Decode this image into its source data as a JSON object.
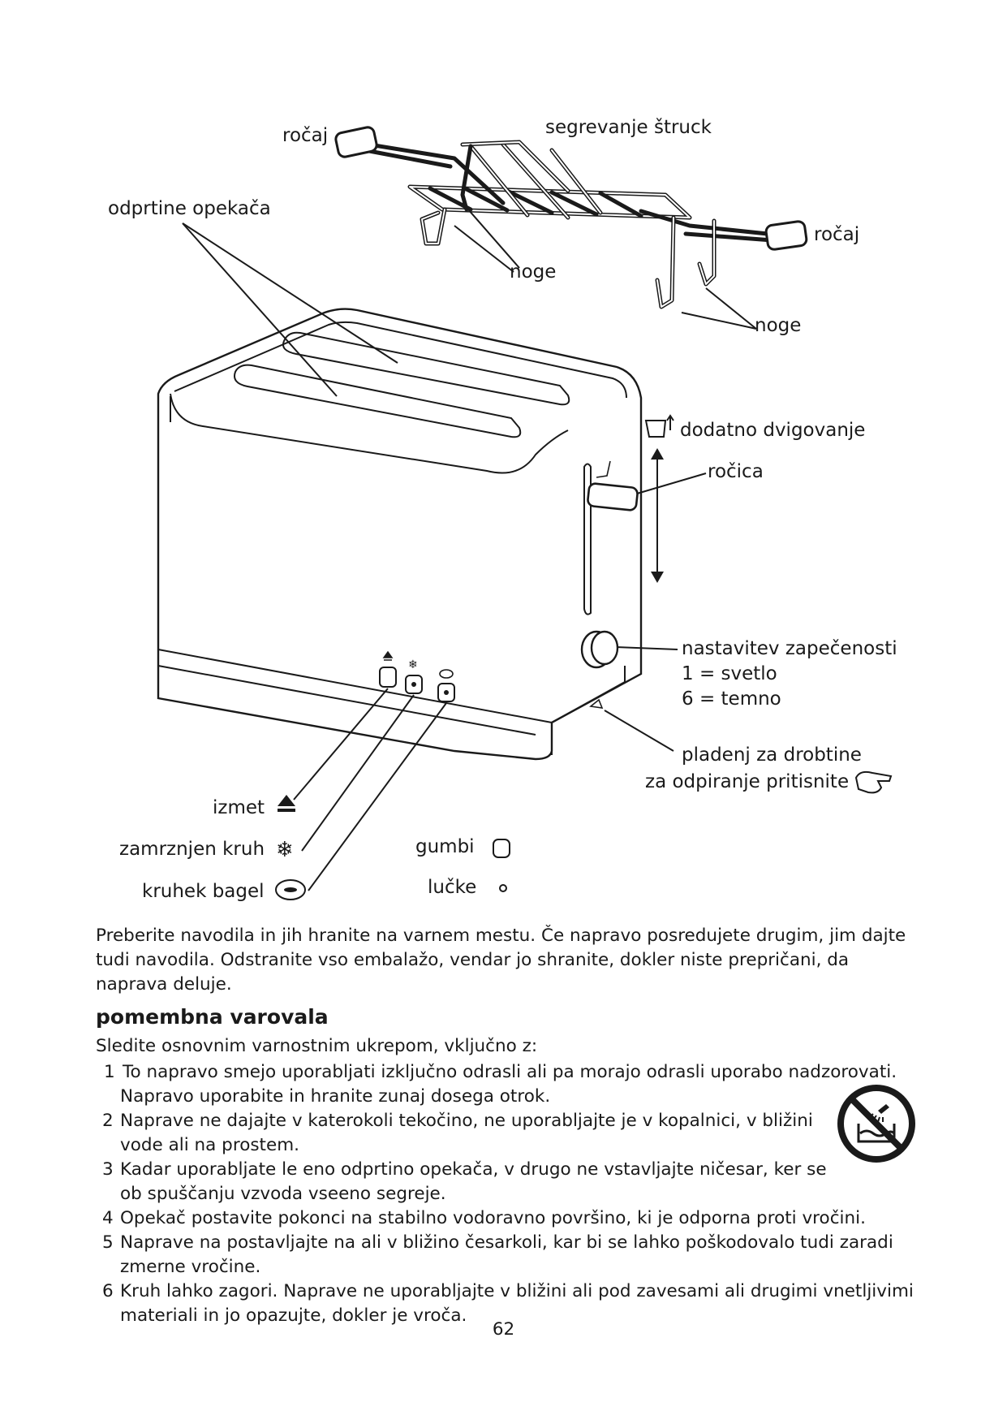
{
  "figure": {
    "labels": {
      "handle_top": "ročaj",
      "bun_warming": "segrevanje štruck",
      "handle_right": "ročaj",
      "slots": "odprtine opekača",
      "feet_a": "noge",
      "feet_b": "noge",
      "extra_lift": "dodatno dvigovanje",
      "lever": "ročica",
      "browning": "nastavitev zapečenosti",
      "browning_light": "1 = svetlo",
      "browning_dark": "6 = temno",
      "crumb_tray": "pladenj za drobtine",
      "crumb_tray_press": "za odpiranje pritisnite",
      "eject": "izmet",
      "frozen": "zamrznjen kruh",
      "bagel": "kruhek bagel",
      "buttons": "gumbi",
      "lights": "lučke"
    },
    "icons": {
      "eject": "eject-icon",
      "frozen": "snowflake-icon",
      "bagel": "bagel-icon",
      "button": "button-icon",
      "light": "light-dot-icon",
      "press": "pointing-hand-icon",
      "lift": "lift-icon"
    }
  },
  "intro": "Preberite navodila in jih hranite na varnem mestu. Če napravo posredujete drugim, jim dajte tudi navodila. Odstranite vso embalažo, vendar jo shranite, dokler niste prepričani, da naprava deluje.",
  "heading": "pomembna varovala",
  "lead": "Sledite osnovnim varnostnim ukrepom, vključno z:",
  "rules": [
    {
      "num": "1",
      "text": "To napravo smejo uporabljati izključno odrasli ali pa morajo odrasli uporabo nadzorovati. Napravo uporabite in hranite zunaj dosega otrok."
    },
    {
      "num": "2",
      "text": "Naprave ne dajajte v katerokoli tekočino, ne uporabljajte je v kopalnici, v bližini vode ali na prostem."
    },
    {
      "num": "3",
      "text": "Kadar uporabljate le eno odprtino opekača, v drugo ne vstavljajte ničesar, ker se ob spuščanju vzvoda vseeno segreje."
    },
    {
      "num": "4",
      "text": "Opekač postavite pokonci na stabilno vodoravno površino, ki je odporna proti vročini."
    },
    {
      "num": "5",
      "text": "Naprave na postavljajte na ali v bližino česarkoli, kar bi se lahko poškodovalo tudi zaradi zmerne vročine."
    },
    {
      "num": "6",
      "text": "Kruh lahko zagori. Naprave ne uporabljajte v bližini ali pod zavesami ali drugimi vnetljivimi materiali in jo opazujte, dokler je vroča."
    }
  ],
  "warning_icon": "no-water-icon",
  "page_number": "62"
}
